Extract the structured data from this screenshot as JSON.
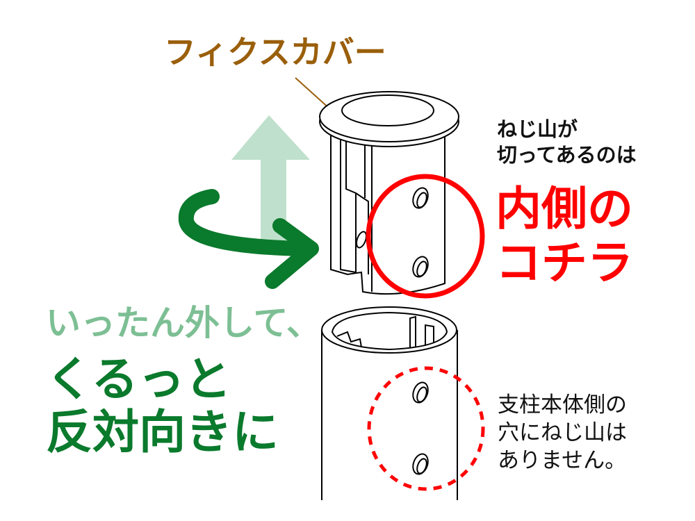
{
  "labels": {
    "fix_cover": "フィクスカバー",
    "note_top_line1": "ねじ山が",
    "note_top_line2": "切ってあるのは",
    "note_red_line1": "内側の",
    "note_red_line2": "コチラ",
    "message_light": "いったん外して、",
    "message_dark_line1": "くるっと",
    "message_dark_line2": "反対向きに",
    "note_bottom_line1": "支柱本体側の",
    "note_bottom_line2": "穴にねじ山は",
    "note_bottom_line3": "ありません。"
  },
  "icons": {
    "up_arrow": "up-arrow-icon",
    "rotate_arrow": "rotate-arrow-icon"
  },
  "colors": {
    "fix_cover_label": "#9a5f0b",
    "highlight_red": "#ff0000",
    "light_green": "#7dbf94",
    "pale_green_arrow": "#bfe0cc",
    "dark_green": "#0a7a2c",
    "line": "#000000"
  }
}
